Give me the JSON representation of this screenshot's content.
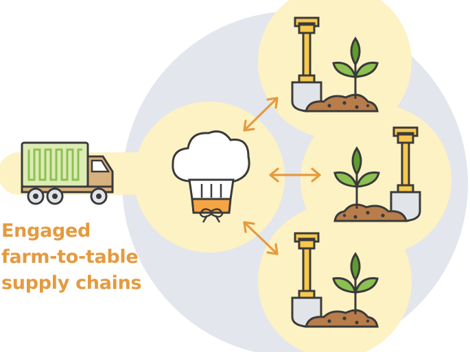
{
  "caption": {
    "lines": [
      "Engaged",
      "farm-to-table",
      "supply chains"
    ]
  },
  "colors": {
    "caption_text": "#E59A3F",
    "background_circle": "#E3E6EC",
    "highlight_yellow": "#FDF2C4",
    "arrow_orange": "#E59A3F",
    "outline_dark": "#3A3A3A",
    "leaf_green": "#8CC152",
    "leaf_dark_green": "#5E9C2E",
    "soil_brown": "#B87D4B",
    "truck_cargo_green": "#DDEBB5",
    "truck_cab_tan": "#D7B17E",
    "shovel_yellow": "#F6C84E",
    "shovel_blade_grey": "#E1E4E8",
    "chef_band_orange": "#F6A544"
  },
  "icons": {
    "truck": "delivery-truck-icon",
    "chef": "chef-hat-icon",
    "farm": "shovel-and-sprout-icon"
  }
}
